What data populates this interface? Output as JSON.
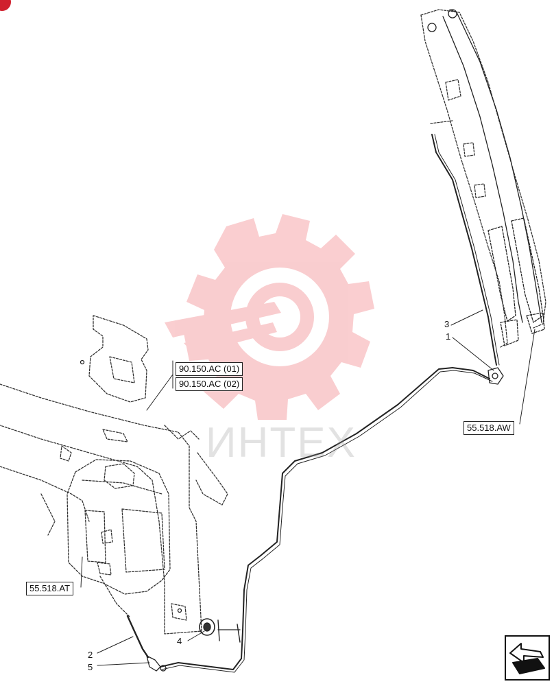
{
  "callouts": {
    "c1": "1",
    "c2": "2",
    "c3": "3",
    "c4": "4",
    "c5": "5"
  },
  "references": {
    "ref_90150_01": "90.150.AC (01)",
    "ref_90150_02": "90.150.AC (02)",
    "ref_55518_aw": "55.518.AW",
    "ref_55518_at": "55.518.AT"
  },
  "watermark": {
    "text": "ИНТЕХ",
    "color": "#e8222a"
  },
  "icons": {
    "navigation": "next-page-arrow-icon",
    "corner": "red-corner-mark-icon"
  }
}
